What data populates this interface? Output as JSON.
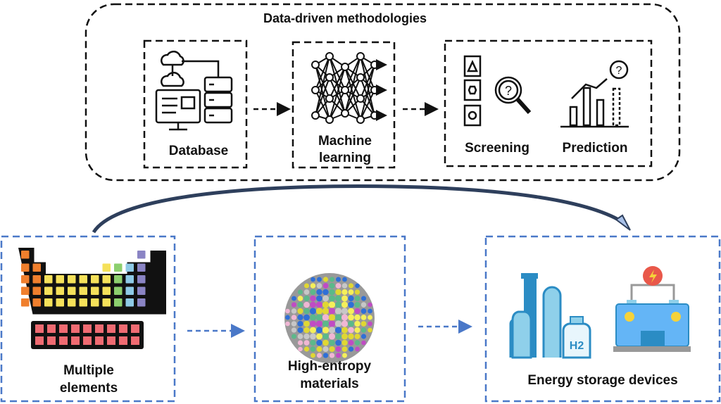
{
  "top": {
    "title": "Data-driven methodologies",
    "database_label": "Database",
    "ml_label_line1": "Machine",
    "ml_label_line2": "learning",
    "screening_label": "Screening",
    "prediction_label": "Prediction"
  },
  "bottom": {
    "elements_line1": "Multiple",
    "elements_line2": "elements",
    "hea_line1": "High-entropy",
    "hea_line2": "materials",
    "devices_label": "Energy storage devices",
    "h2_label": "H2"
  },
  "colors": {
    "top_dash": "#111111",
    "bottom_dash": "#4a78c8",
    "curve_arrow": "#2e3f5c",
    "element_orange": "#f07f2d",
    "element_yellow": "#f5e15a",
    "element_green": "#8ccf6e",
    "element_blue": "#8ecae6",
    "element_purple": "#8a84c4",
    "element_pink": "#f06b72",
    "tank_blue": "#2b8cc4",
    "tank_light": "#8fd0ea",
    "battery_body": "#64b5f6",
    "bolt_red": "#e9584a"
  }
}
